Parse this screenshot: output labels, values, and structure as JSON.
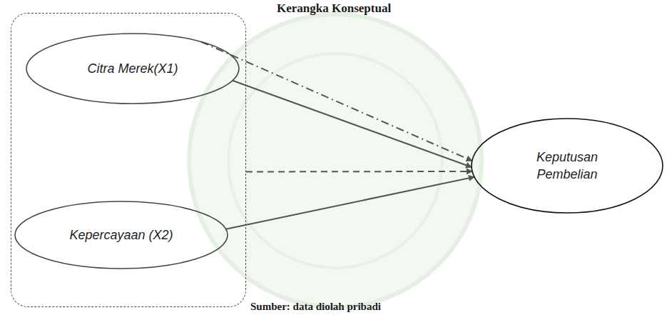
{
  "diagram": {
    "title": "Kerangka Konseptual",
    "caption": "Sumber: data diolah pribadi",
    "nodes": [
      {
        "text": []
      },
      {
        "text": [
          "Citra Merek(X1)"
        ],
        "in": 0
      },
      {
        "text": [
          "Kepercayaan (X2)"
        ],
        "in": 0
      },
      {
        "text": [
          "Keputusan Pembelian"
        ]
      }
    ],
    "edges": [
      {
        "from": 1,
        "to": 3,
        "arrow": "to"
      },
      {
        "from": 1,
        "to": 3,
        "arrow": "to"
      },
      {
        "from": 0,
        "to": 3,
        "arrow": "to"
      },
      {
        "from": 2,
        "to": 3,
        "arrow": "to"
      }
    ]
  }
}
